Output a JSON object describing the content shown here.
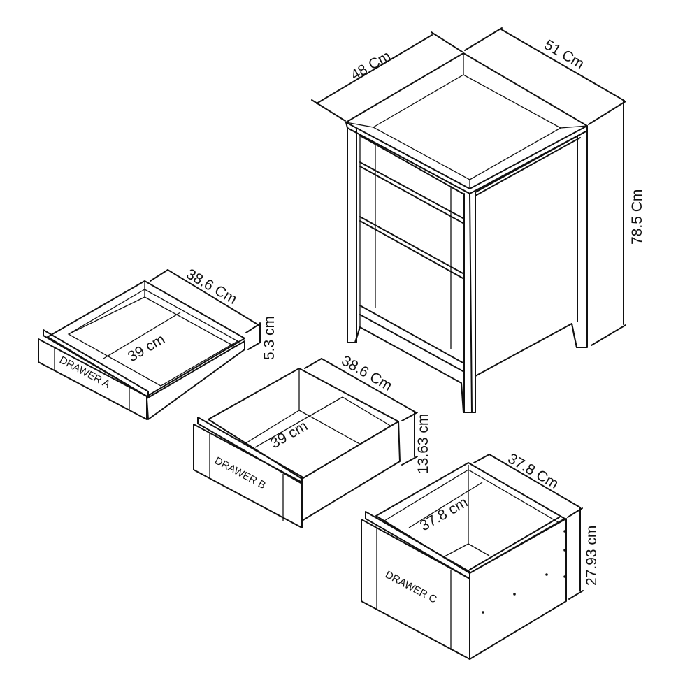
{
  "diagram": {
    "type": "furniture dimension drawing",
    "cabinet": {
      "width_label": "48 Cm",
      "depth_label": "51 Cm",
      "height_label": "78.5 Cm"
    },
    "drawers": [
      {
        "name": "DRAWER A",
        "depth_label": "38.6 Cm",
        "width_label": "39 cm",
        "height_label": "5.3 cm"
      },
      {
        "name": "DRAWER B",
        "depth_label": "38.6 Cm",
        "width_label": "39 cm",
        "height_label": "13.63 cm"
      },
      {
        "name": "DRAWER C",
        "depth_label": "37.8 Cm",
        "width_label": "37.8 cm",
        "height_label": "27.93 cm"
      }
    ],
    "colors": {
      "line": "#111111",
      "background": "#ffffff"
    }
  }
}
